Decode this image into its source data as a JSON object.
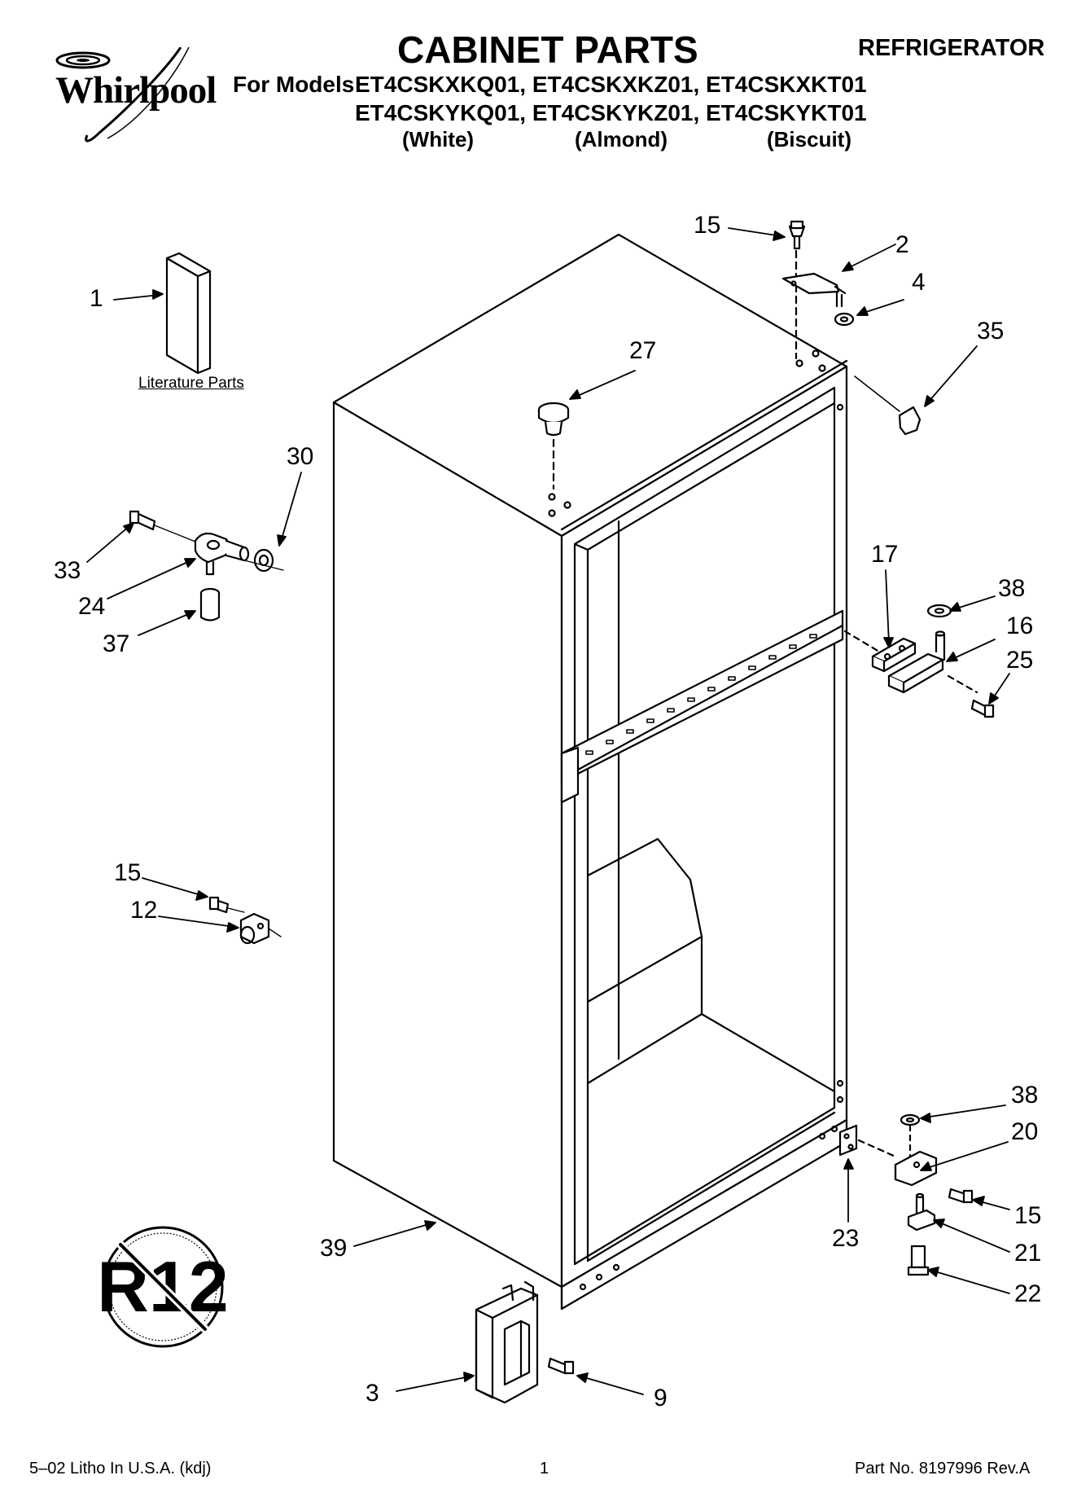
{
  "header": {
    "brand": "Whirlpool",
    "title": "CABINET PARTS",
    "product": "REFRIGERATOR",
    "for_models_label": "For Models:",
    "models_row1": "ET4CSKXKQ01, ET4CSKXKZ01, ET4CSKXKT01",
    "models_row2": "ET4CSKYKQ01, ET4CSKYKZ01, ET4CSKYKT01",
    "colors": [
      "(White)",
      "(Almond)",
      "(Biscuit)"
    ]
  },
  "literature_label": "Literature Parts",
  "refrigerant_badge": "R12",
  "callouts": [
    "1",
    "15",
    "2",
    "4",
    "35",
    "27",
    "30",
    "33",
    "24",
    "37",
    "17",
    "38",
    "16",
    "25",
    "15",
    "12",
    "38",
    "20",
    "15",
    "23",
    "21",
    "22",
    "39",
    "3",
    "9"
  ],
  "footer": {
    "left": "5–02 Litho In U.S.A. (kdj)",
    "page": "1",
    "part_no": "Part No. 8197996 Rev.A"
  }
}
